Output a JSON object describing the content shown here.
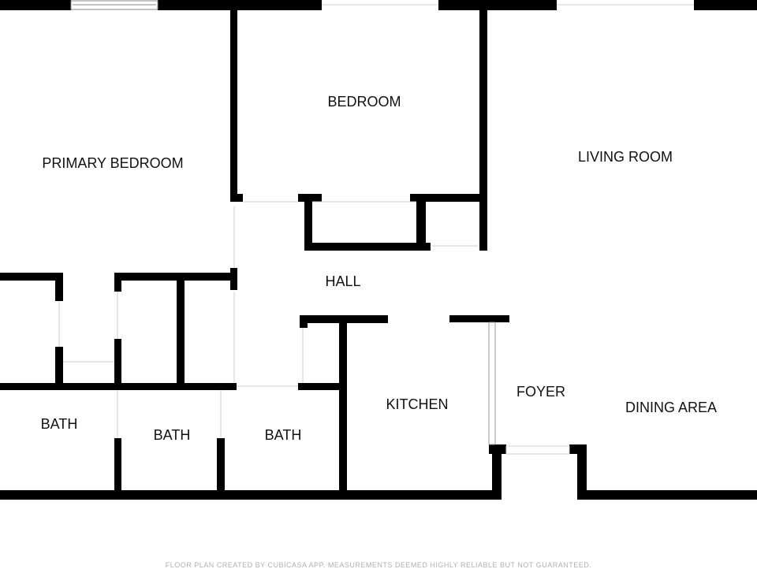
{
  "rooms": {
    "primary_bedroom": "PRIMARY BEDROOM",
    "bedroom": "BEDROOM",
    "living_room": "LIVING ROOM",
    "hall": "HALL",
    "kitchen": "KITCHEN",
    "foyer": "FOYER",
    "dining_area": "DINING AREA",
    "bath_1": "BATH",
    "bath_2": "BATH",
    "bath_3": "BATH"
  },
  "footer": "FLOOR PLAN CREATED BY CUBICASA APP. MEASUREMENTS DEEMED HIGHLY RELIABLE BUT NOT GUARANTEED.",
  "colors": {
    "wall": "#000000",
    "opening": "#d8d8d8",
    "background": "#ffffff"
  }
}
